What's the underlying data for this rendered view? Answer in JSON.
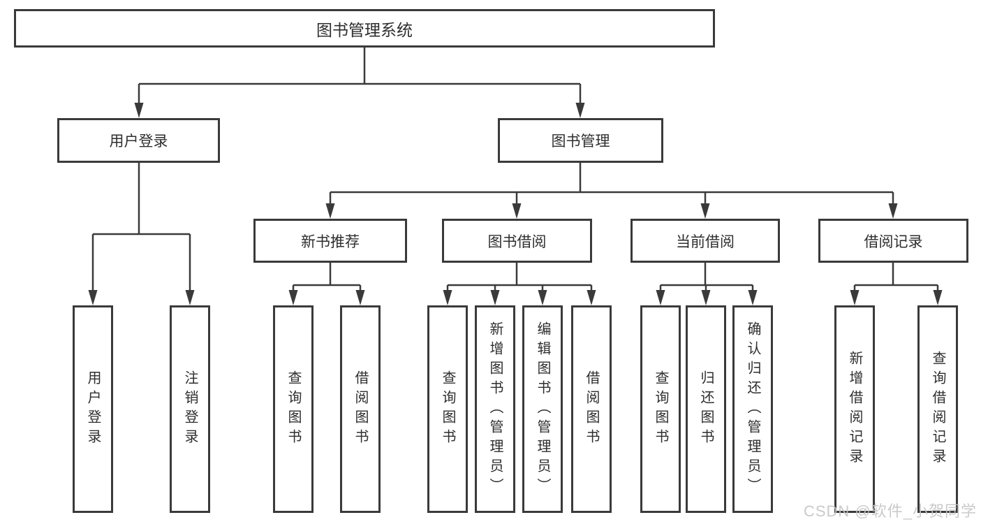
{
  "tree": {
    "label": "图书管理系统",
    "children": [
      {
        "label": "用户登录",
        "children": [
          {
            "label": "用户登录"
          },
          {
            "label": "注销登录"
          }
        ]
      },
      {
        "label": "图书管理",
        "children": [
          {
            "label": "新书推荐",
            "children": [
              {
                "label": "查询图书"
              },
              {
                "label": "借阅图书"
              }
            ]
          },
          {
            "label": "图书借阅",
            "children": [
              {
                "label": "查询图书"
              },
              {
                "label": "新增图书（管理员）"
              },
              {
                "label": "编辑图书（管理员）"
              },
              {
                "label": "借阅图书"
              }
            ]
          },
          {
            "label": "当前借阅",
            "children": [
              {
                "label": "查询图书"
              },
              {
                "label": "归还图书"
              },
              {
                "label": "确认归还（管理员）"
              }
            ]
          },
          {
            "label": "借阅记录",
            "children": [
              {
                "label": "新增借阅记录"
              },
              {
                "label": "查询借阅记录"
              }
            ]
          }
        ]
      }
    ]
  },
  "watermark": "CSDN @软件_小贺同学",
  "colors": {
    "line": "#3a3a3a",
    "border": "#3a3a3a",
    "text": "#2e2e2e",
    "watermark": "#c5c5c5",
    "background": "#ffffff"
  }
}
